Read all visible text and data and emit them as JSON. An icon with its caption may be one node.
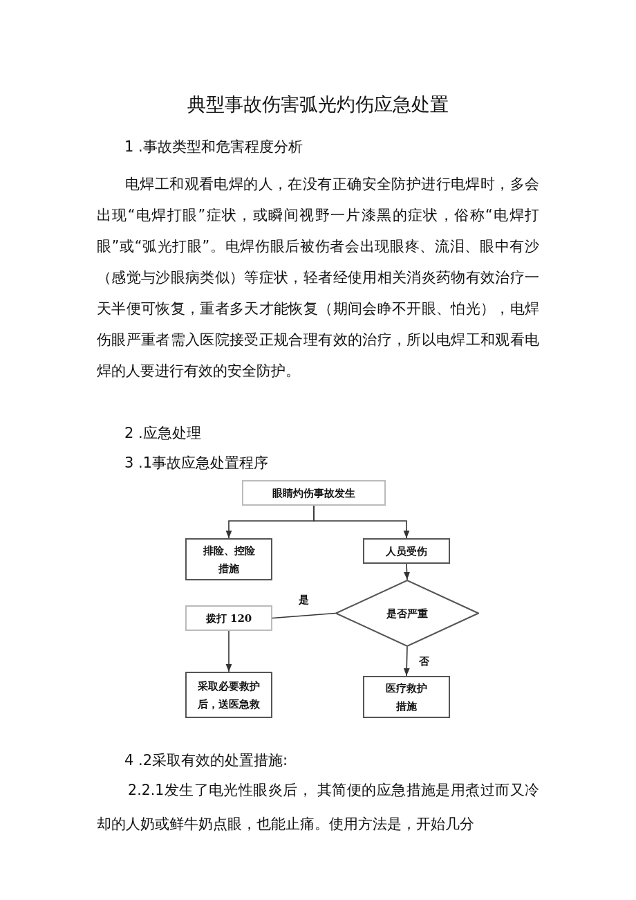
{
  "diagram": {
    "title": "典型事故伤害弧光灼伤应急处置",
    "nodes": [
      {
        "text": [
          "眼睛灼伤事故发生"
        ]
      },
      {
        "text": [
          "排险、控险措施"
        ]
      },
      {
        "text": [
          "人员受伤"
        ]
      },
      {
        "text": [
          "是否严重"
        ]
      },
      {
        "text": [
          "拨打 120"
        ]
      },
      {
        "text": [
          "采取必要救护后，送医急救"
        ]
      },
      {
        "text": [
          "医疗救护措施"
        ]
      }
    ],
    "edges": [
      {
        "from": 0,
        "to": 1,
        "arrow": "to"
      },
      {
        "from": 0,
        "to": 2,
        "arrow": "to"
      },
      {
        "from": 2,
        "to": 3,
        "arrow": "to"
      },
      {
        "from": 3,
        "to": 4,
        "arrow": "none",
        "label": "是"
      },
      {
        "from": 4,
        "to": 5,
        "arrow": "to"
      },
      {
        "from": 3,
        "to": 6,
        "arrow": "to",
        "label": "否"
      }
    ],
    "labels": [
      "1 .事故类型和危害程度分析",
      "电焊工和观看电焊的人，在没有正确安全防护进行电焊时，多会出现“电焊打眼”症状，或瞬间视野一片漆黑的症状，俗称“电焊打眼”或“弧光打眼”。电焊伤眼后被伤者会出现眼疼、流泪、眼中有沙（感觉与沙眼病类似）等症状，轻者经使用相关消炎药物有效治疗一天半便可恢复，重者多天才能恢复（期间会睁不开眼、怕光），电焊伤眼严重者需入医院接受正规合理有效的治疗，所以电焊工和观看电焊的人要进行有效的安全防护。",
      "2 .应急处理",
      "3 .1事故应急处置程序",
      "4 .2采取有效的处置措施:",
      "2.2.1发生了电光性眼炎后， 其简便的应急措施是用煮过而又冷却的人奶或鲜牛奶点眼，也能止痛。使用方法是，开始几分"
    ]
  }
}
